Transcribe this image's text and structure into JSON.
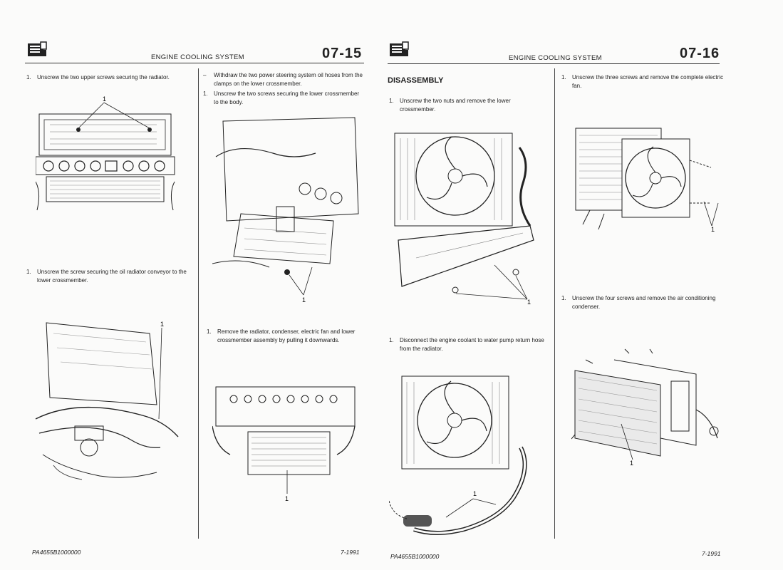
{
  "pages": [
    {
      "header_title": "ENGINE COOLING SYSTEM",
      "page_number": "07-15",
      "footer_code": "PA4655B1000000",
      "footer_date": "7-1991",
      "left_col": {
        "step1": {
          "num": "1.",
          "text": "Unscrew the two upper screws securing the radiator."
        },
        "fig1_callout": "1",
        "step2": {
          "num": "1.",
          "text": "Unscrew the screw securing the oil radiator conveyor to the lower crossmember."
        },
        "fig2_callout": "1"
      },
      "right_col": {
        "dash_step": {
          "num": "–",
          "text": "Withdraw the two power steering system oil hoses from the clamps on the lower crossmember."
        },
        "step1": {
          "num": "1.",
          "text": "Unscrew the two screws securing the lower crossmember to the body."
        },
        "fig1_callout": "1",
        "step2": {
          "num": "1.",
          "text": "Remove the radiator, condenser, electric fan and lower crossmember assembly by pulling it downwards."
        },
        "fig2_callout": "1"
      }
    },
    {
      "header_title": "ENGINE COOLING SYSTEM",
      "page_number": "07-16",
      "footer_code": "PA4655B1000000",
      "footer_date": "7-1991",
      "left_col": {
        "heading": "DISASSEMBLY",
        "step1": {
          "num": "1.",
          "text": "Unscrew the two nuts and remove the lower crossmember."
        },
        "fig1_callout": "1",
        "step2": {
          "num": "1.",
          "text": "Disconnect the engine coolant to water pump return hose from the radiator."
        },
        "fig2_callout": "1"
      },
      "right_col": {
        "step1": {
          "num": "1.",
          "text": "Unscrew the three screws and remove the complete electric fan."
        },
        "fig1_callout": "1",
        "step2": {
          "num": "1.",
          "text": "Unscrew the four screws and remove the air conditioning condenser."
        },
        "fig2_callout": "1"
      }
    }
  ],
  "icons": {
    "manual_logo": "book-logo-icon"
  }
}
